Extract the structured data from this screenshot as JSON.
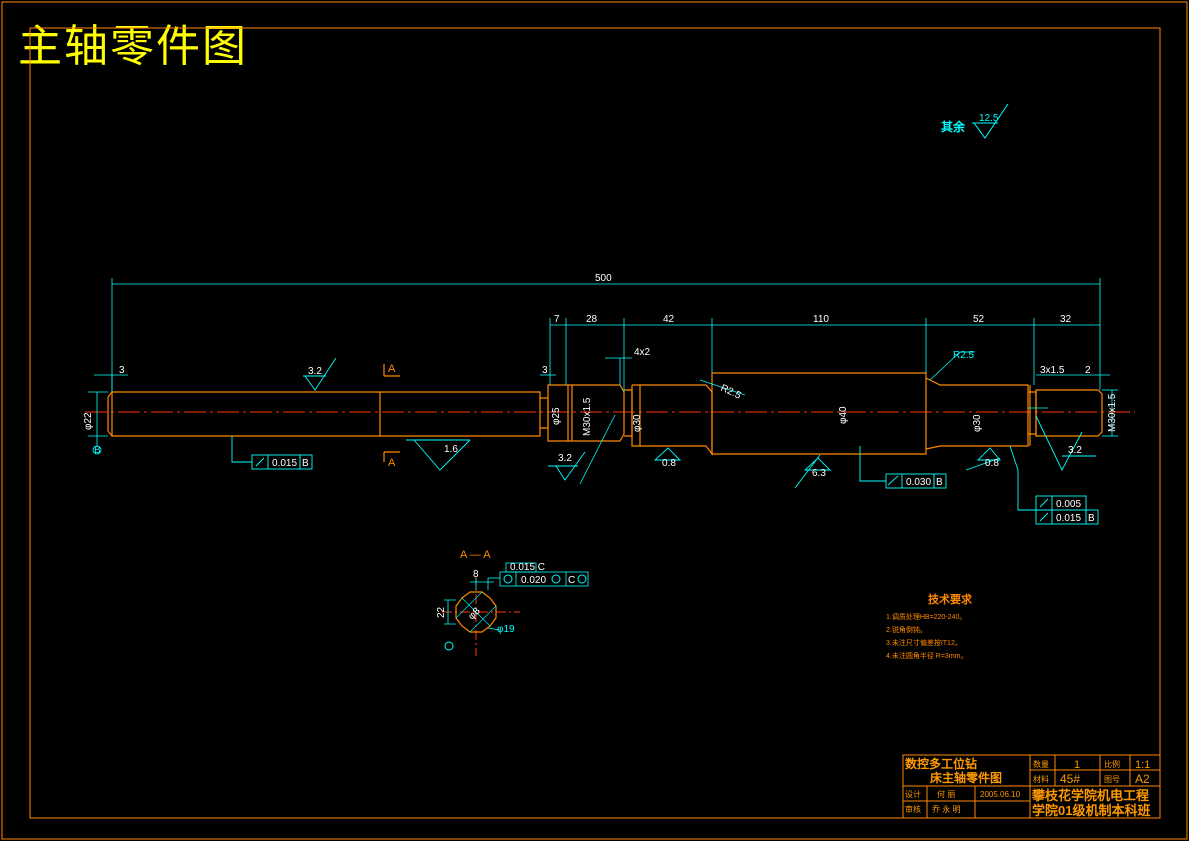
{
  "title": "主轴零件图",
  "roughness_note": {
    "label": "其余",
    "value": "12.5"
  },
  "dimensions": {
    "total": "500",
    "d7": "7",
    "d28": "28",
    "d42": "42",
    "d110": "110",
    "d52": "52",
    "d32": "32",
    "d3_left": "3",
    "d3_right": "3",
    "d2": "2",
    "chamfer": "4x2",
    "groove": "3x1.5",
    "r25a": "R2.5",
    "r25b": "R2.5",
    "dia_left": "φ22",
    "dia_step": "φ25",
    "thread": "M30x1.5",
    "dia30_left": "φ30",
    "dia40": "φ40",
    "dia30_right": "φ30",
    "thread_right": "M30x1.5"
  },
  "roughness": {
    "r1": "3.2",
    "r2": "1.6",
    "r3": "3.2",
    "r4": "0.8",
    "r5": "6.3",
    "r6": "0.8",
    "r7": "3.2"
  },
  "section": {
    "label_a": "A",
    "label_a2": "A",
    "title": "A — A",
    "dim8": "8",
    "dim22": "22",
    "dia19": "φ19",
    "dia_inner": "φ8",
    "tol_small": "0.015 C",
    "tol_main": "0.020",
    "datum_c": "C"
  },
  "tolerances": {
    "left": {
      "value": "0.015",
      "datum": "B"
    },
    "mid": {
      "value": "0.030",
      "datum": "B"
    },
    "right1": {
      "value": "0.005",
      "datum": ""
    },
    "right2": {
      "value": "0.015",
      "datum": "B"
    },
    "datum_b": "B"
  },
  "tech_req": {
    "title": "技术要求",
    "items": [
      "1.调质处理HB=220-240。",
      "2.锐角倒钝。",
      "3.未注尺寸偏差按IT12。",
      "4.未注圆角半径 R=3mm。"
    ]
  },
  "title_block": {
    "name_line1": "数控多工位钻",
    "name_line2": "床主轴零件图",
    "qty_label": "数量",
    "qty_value": "1",
    "scale_label": "比例",
    "scale_value": "1:1",
    "material_label": "材料",
    "material_value": "45#",
    "drawing_no_label": "图号",
    "drawing_no_value": "A2",
    "design_label": "设计",
    "designer": "何 丽",
    "date": "2005.06.10",
    "check_label": "审核",
    "checker": "乔 永 明",
    "school_line1": "攀枝花学院机电工程",
    "school_line2": "学院01级机制本科班"
  }
}
